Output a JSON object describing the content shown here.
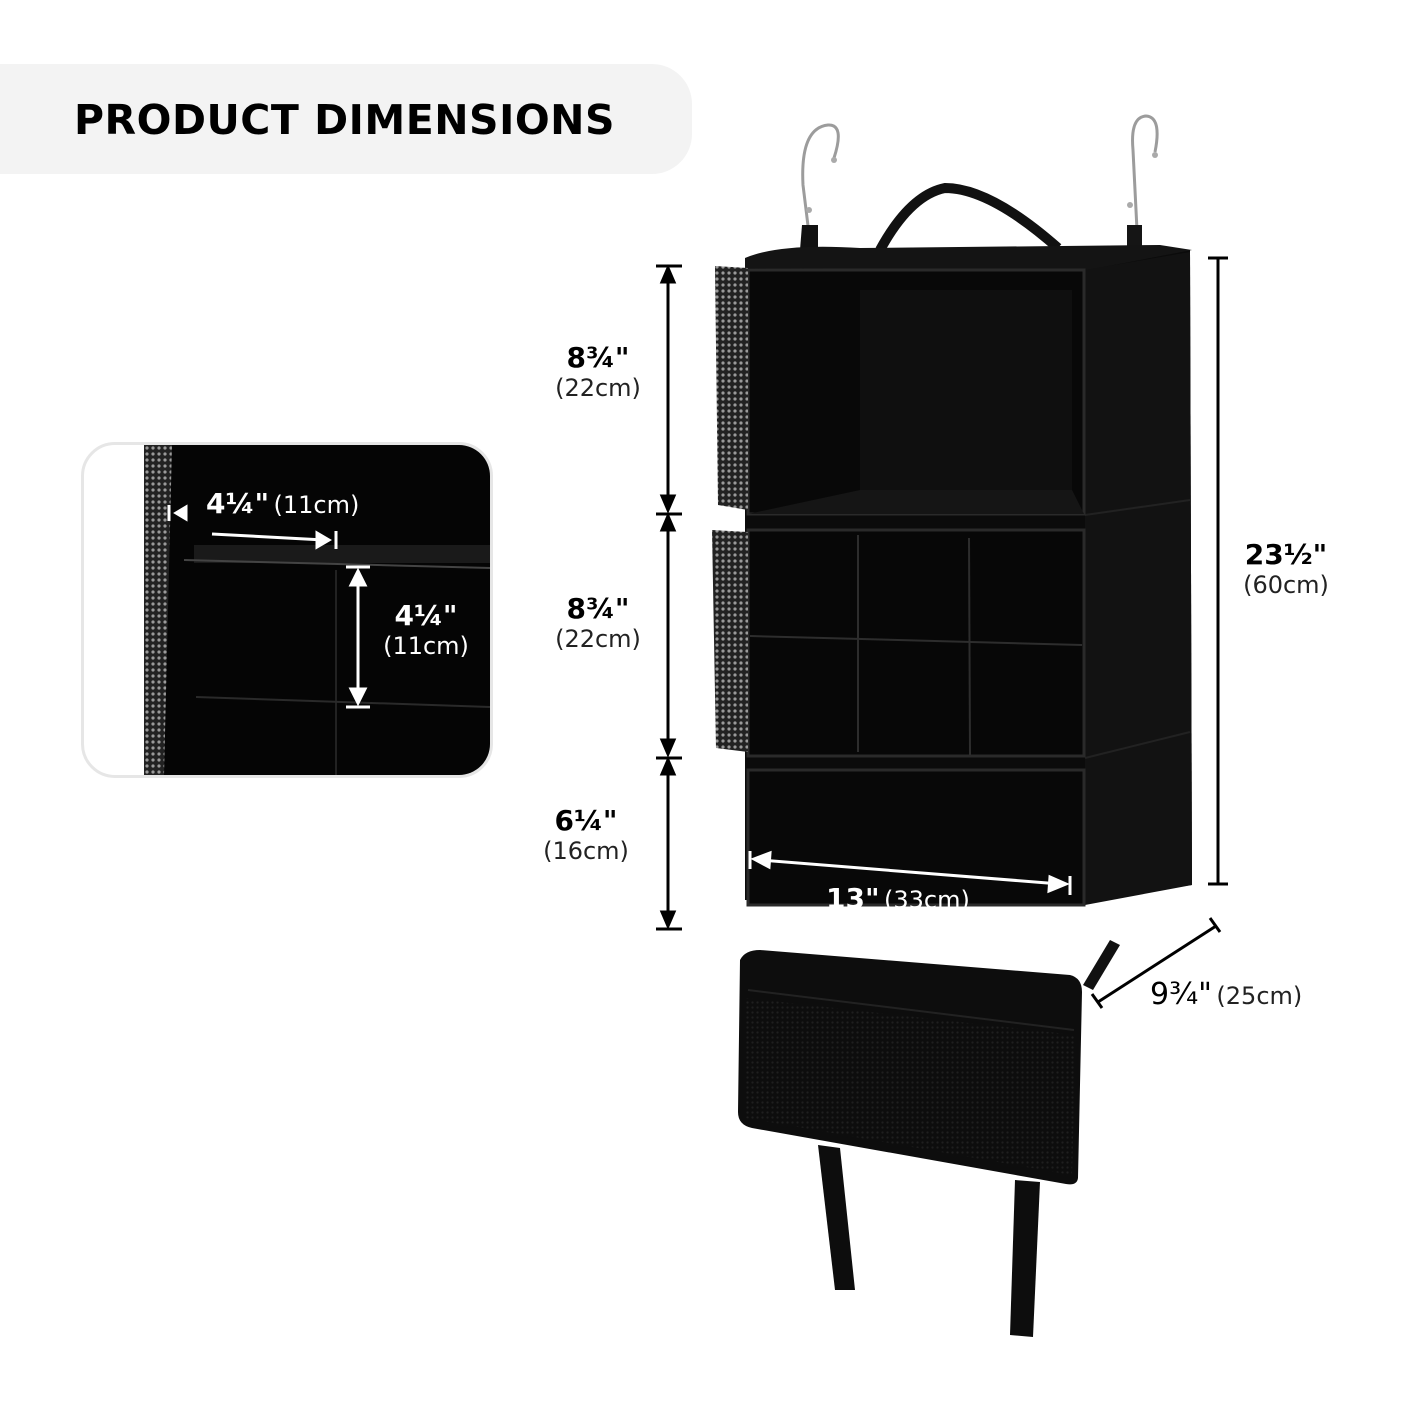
{
  "header": {
    "title": "PRODUCT DIMENSIONS"
  },
  "inset": {
    "width_dim": {
      "imperial": "4¼\"",
      "metric": "(11cm)"
    },
    "height_dim": {
      "imperial": "4¼\"",
      "metric": "(11cm)"
    }
  },
  "dimensions": {
    "top_compartment": {
      "imperial": "8¾\"",
      "metric": "(22cm)"
    },
    "middle_compartment": {
      "imperial": "8¾\"",
      "metric": "(22cm)"
    },
    "bottom_compartment": {
      "imperial": "6¼\"",
      "metric": "(16cm)"
    },
    "total_height": {
      "imperial": "23½\"",
      "metric": "(60cm)"
    },
    "width": {
      "imperial": "13\"",
      "metric": "(33cm)"
    },
    "depth": {
      "imperial": "9¾\"",
      "metric": "(25cm)"
    }
  },
  "colors": {
    "title_bar_bg": "#f3f3f3",
    "product": "#0b0b0b",
    "dimension_lines": "#000000",
    "inset_border": "#e6e6e6"
  }
}
